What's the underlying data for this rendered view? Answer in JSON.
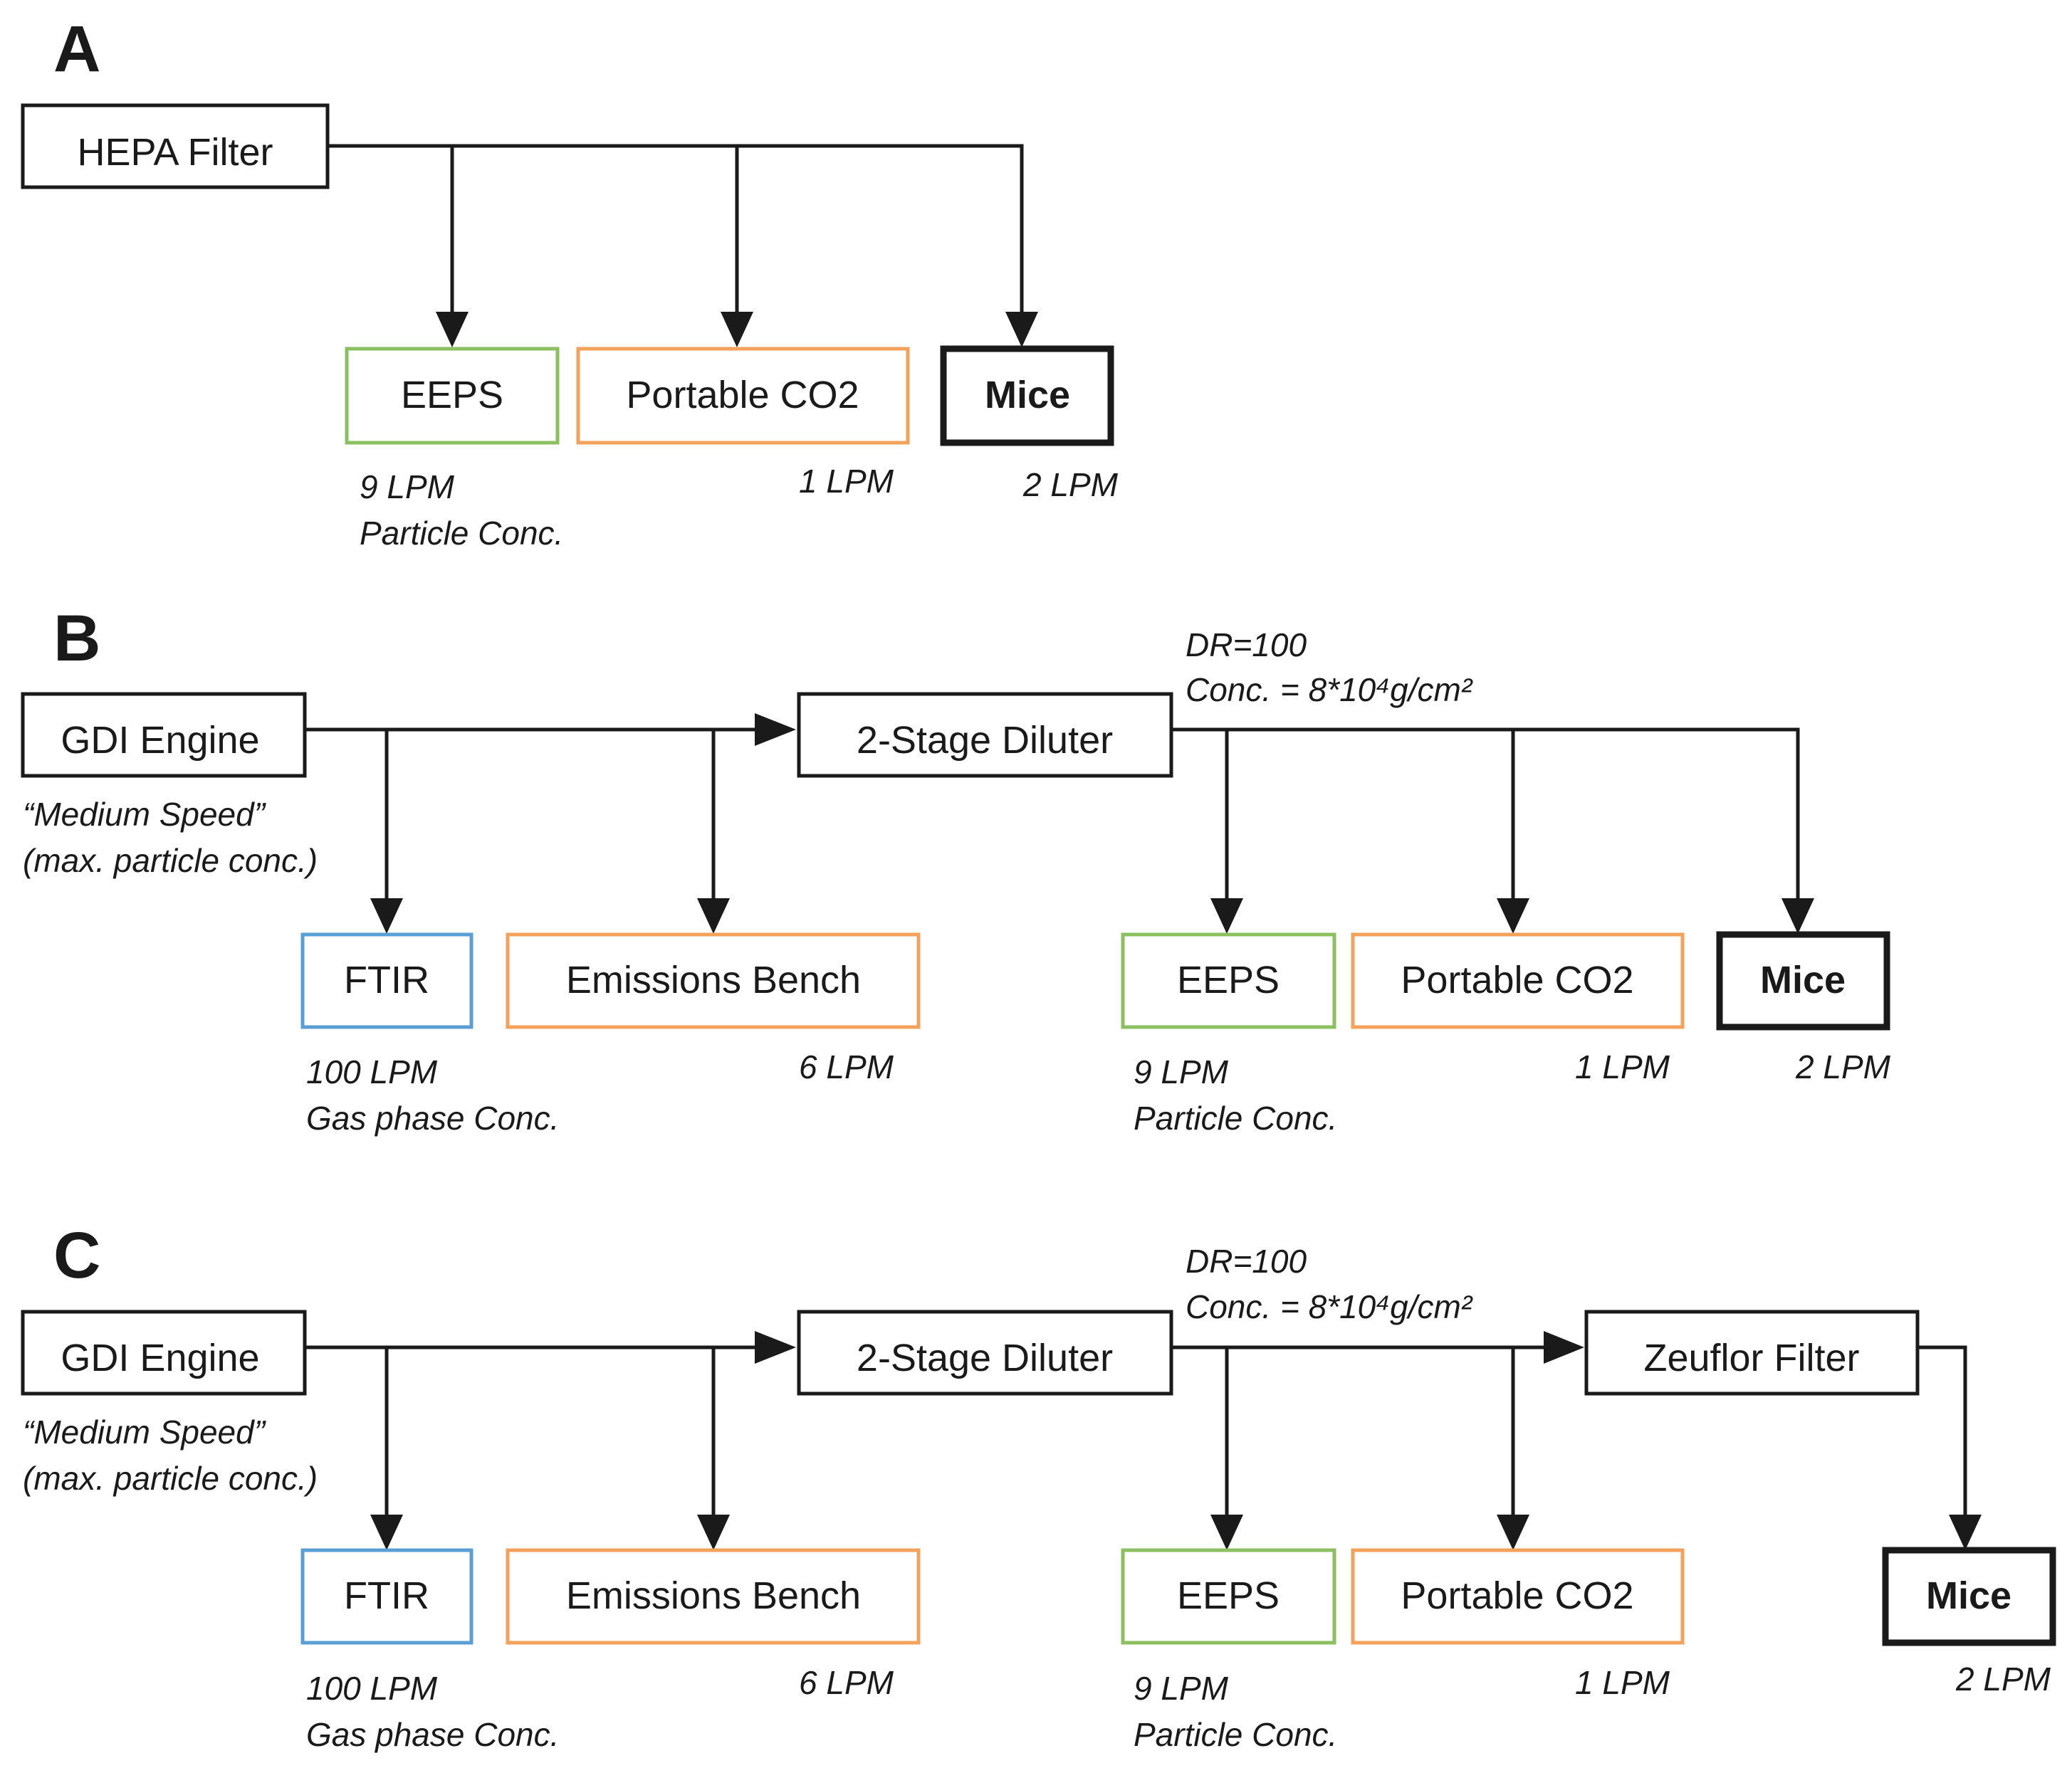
{
  "colors": {
    "black": "#1a1a1a",
    "green": "#8cbf5f",
    "orange": "#f2a25b",
    "blue": "#5a9fd4"
  },
  "panels": {
    "A": {
      "letter": "A",
      "hepa": "HEPA Filter",
      "eeps": "EEPS",
      "co2": "Portable CO2",
      "mice": "Mice",
      "eeps_flow": "9 LPM",
      "eeps_conc": "Particle Conc.",
      "co2_flow": "1 LPM",
      "mice_flow": "2 LPM"
    },
    "B": {
      "letter": "B",
      "engine": "GDI Engine",
      "engine_note1": "“Medium Speed”",
      "engine_note2": "(max. particle conc.)",
      "diluter": "2-Stage Diluter",
      "dr": "DR=100",
      "conc": "Conc. = 8*10⁴g/cm²",
      "ftir": "FTIR",
      "ftir_flow": "100 LPM",
      "ftir_conc": "Gas phase Conc.",
      "bench": "Emissions Bench",
      "bench_flow": "6 LPM",
      "eeps": "EEPS",
      "eeps_flow": "9 LPM",
      "eeps_conc": "Particle Conc.",
      "co2": "Portable CO2",
      "co2_flow": "1 LPM",
      "mice": "Mice",
      "mice_flow": "2 LPM"
    },
    "C": {
      "letter": "C",
      "engine": "GDI Engine",
      "engine_note1": "“Medium Speed”",
      "engine_note2": "(max. particle conc.)",
      "diluter": "2-Stage Diluter",
      "dr": "DR=100",
      "conc": "Conc. = 8*10⁴g/cm²",
      "zeuflor": "Zeuflor Filter",
      "ftir": "FTIR",
      "ftir_flow": "100 LPM",
      "ftir_conc": "Gas phase Conc.",
      "bench": "Emissions Bench",
      "bench_flow": "6 LPM",
      "eeps": "EEPS",
      "eeps_flow": "9 LPM",
      "eeps_conc": "Particle Conc.",
      "co2": "Portable CO2",
      "co2_flow": "1 LPM",
      "mice": "Mice",
      "mice_flow": "2 LPM"
    }
  }
}
